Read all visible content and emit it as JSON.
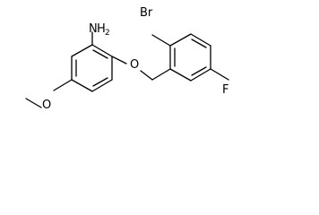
{
  "molecule": {
    "atom_labels": {
      "amine_n": "N",
      "amine_h": "H",
      "amine_h_count": "2",
      "ether_oxygen": "O",
      "methoxy_oxygen": "O",
      "bromine": "Br",
      "fluorine": "F"
    }
  }
}
